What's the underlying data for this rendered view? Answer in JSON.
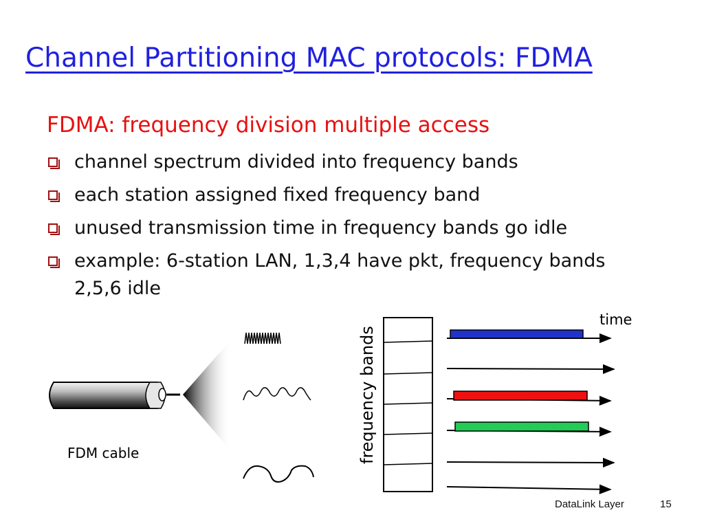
{
  "title": "Channel Partitioning MAC protocols: FDMA",
  "heading": "FDMA: frequency division multiple access",
  "bullets": [
    "channel spectrum divided into frequency bands",
    "each station assigned fixed frequency band",
    "unused transmission time in frequency bands go idle",
    "example: 6-station LAN, 1,3,4 have pkt, frequency bands 2,5,6 idle"
  ],
  "diagram": {
    "cable_label": "FDM cable",
    "time_label": "time",
    "freq_label": "frequency bands",
    "band_count": 6,
    "active_bands": [
      1,
      3,
      4
    ],
    "band_colors": {
      "1": "#2233cc",
      "3": "#ee1111",
      "4": "#22cc55"
    }
  },
  "footer": {
    "course": "DataLink Layer",
    "page": "15"
  }
}
